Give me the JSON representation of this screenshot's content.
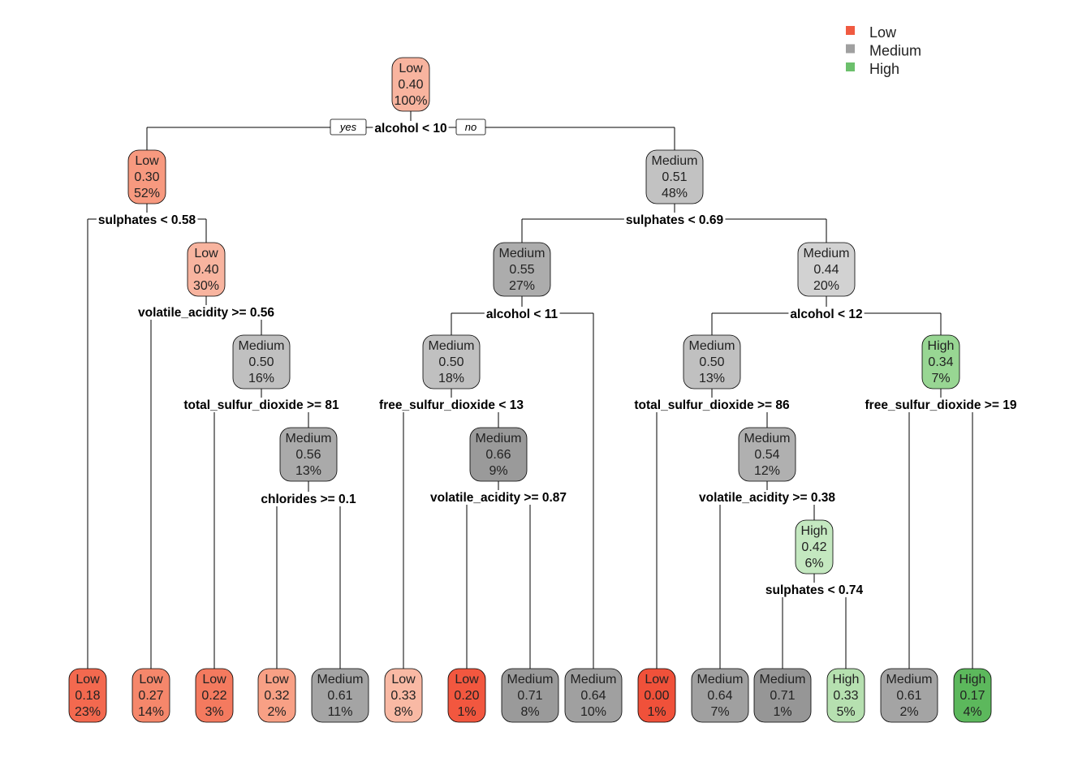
{
  "legend": [
    {
      "label": "Low",
      "color": "#f05a41"
    },
    {
      "label": "Medium",
      "color": "#a0a0a0"
    },
    {
      "label": "High",
      "color": "#6cc06c"
    }
  ],
  "branch_labels": {
    "yes": "yes",
    "no": "no"
  },
  "nodes": [
    {
      "id": "n1",
      "cls": "Low",
      "prob": "0.40",
      "pct": "100%",
      "fill": "#f8b49f"
    },
    {
      "id": "n2",
      "cls": "Low",
      "prob": "0.30",
      "pct": "52%",
      "fill": "#f7997f"
    },
    {
      "id": "n3",
      "cls": "Medium",
      "prob": "0.51",
      "pct": "48%",
      "fill": "#c2c2c2"
    },
    {
      "id": "n5",
      "cls": "Low",
      "prob": "0.40",
      "pct": "30%",
      "fill": "#f8b49f"
    },
    {
      "id": "n6",
      "cls": "Medium",
      "prob": "0.55",
      "pct": "27%",
      "fill": "#acacac"
    },
    {
      "id": "n7",
      "cls": "Medium",
      "prob": "0.44",
      "pct": "20%",
      "fill": "#d2d2d2"
    },
    {
      "id": "n11",
      "cls": "Medium",
      "prob": "0.50",
      "pct": "16%",
      "fill": "#c0c0c0"
    },
    {
      "id": "n12",
      "cls": "Medium",
      "prob": "0.50",
      "pct": "18%",
      "fill": "#c0c0c0"
    },
    {
      "id": "n14",
      "cls": "Medium",
      "prob": "0.50",
      "pct": "13%",
      "fill": "#c0c0c0"
    },
    {
      "id": "n15",
      "cls": "High",
      "prob": "0.34",
      "pct": "7%",
      "fill": "#98d693"
    },
    {
      "id": "n23",
      "cls": "Medium",
      "prob": "0.56",
      "pct": "13%",
      "fill": "#aaaaaa"
    },
    {
      "id": "n25",
      "cls": "Medium",
      "prob": "0.66",
      "pct": "9%",
      "fill": "#9a9a9a"
    },
    {
      "id": "n29",
      "cls": "Medium",
      "prob": "0.54",
      "pct": "12%",
      "fill": "#b0b0b0"
    },
    {
      "id": "n58",
      "cls": "High",
      "prob": "0.42",
      "pct": "6%",
      "fill": "#c4e8c0"
    },
    {
      "id": "l4",
      "cls": "Low",
      "prob": "0.18",
      "pct": "23%",
      "fill": "#f3694f"
    },
    {
      "id": "l10",
      "cls": "Low",
      "prob": "0.27",
      "pct": "14%",
      "fill": "#f5876b"
    },
    {
      "id": "l22",
      "cls": "Low",
      "prob": "0.22",
      "pct": "3%",
      "fill": "#f47a5f"
    },
    {
      "id": "l46",
      "cls": "Low",
      "prob": "0.32",
      "pct": "2%",
      "fill": "#f8a085"
    },
    {
      "id": "l47",
      "cls": "Medium",
      "prob": "0.61",
      "pct": "11%",
      "fill": "#a4a4a4"
    },
    {
      "id": "l24",
      "cls": "Low",
      "prob": "0.33",
      "pct": "8%",
      "fill": "#f9b9a4"
    },
    {
      "id": "l50",
      "cls": "Low",
      "prob": "0.20",
      "pct": "1%",
      "fill": "#f2573f"
    },
    {
      "id": "l51",
      "cls": "Medium",
      "prob": "0.71",
      "pct": "8%",
      "fill": "#9a9a9a"
    },
    {
      "id": "l13",
      "cls": "Medium",
      "prob": "0.64",
      "pct": "10%",
      "fill": "#a0a0a0"
    },
    {
      "id": "l28",
      "cls": "Low",
      "prob": "0.00",
      "pct": "1%",
      "fill": "#f0513a"
    },
    {
      "id": "l59",
      "cls": "Medium",
      "prob": "0.64",
      "pct": "7%",
      "fill": "#a0a0a0"
    },
    {
      "id": "l116",
      "cls": "Medium",
      "prob": "0.71",
      "pct": "1%",
      "fill": "#969696"
    },
    {
      "id": "l117",
      "cls": "High",
      "prob": "0.33",
      "pct": "5%",
      "fill": "#b6e0b0"
    },
    {
      "id": "l30",
      "cls": "Medium",
      "prob": "0.61",
      "pct": "2%",
      "fill": "#a4a4a4"
    },
    {
      "id": "l31",
      "cls": "High",
      "prob": "0.17",
      "pct": "4%",
      "fill": "#5cb85c"
    }
  ],
  "splits": [
    {
      "id": "s1",
      "label": "alcohol < 10"
    },
    {
      "id": "s2",
      "label": "sulphates < 0.58"
    },
    {
      "id": "s3",
      "label": "sulphates < 0.69"
    },
    {
      "id": "s5",
      "label": "volatile_acidity >= 0.56"
    },
    {
      "id": "s6",
      "label": "alcohol < 11"
    },
    {
      "id": "s7",
      "label": "alcohol < 12"
    },
    {
      "id": "s11",
      "label": "total_sulfur_dioxide >= 81"
    },
    {
      "id": "s12",
      "label": "free_sulfur_dioxide < 13"
    },
    {
      "id": "s14",
      "label": "total_sulfur_dioxide >= 86"
    },
    {
      "id": "s15",
      "label": "free_sulfur_dioxide >= 19"
    },
    {
      "id": "s23",
      "label": "chlorides >= 0.1"
    },
    {
      "id": "s25",
      "label": "volatile_acidity >= 0.87"
    },
    {
      "id": "s29",
      "label": "volatile_acidity >= 0.38"
    },
    {
      "id": "s58",
      "label": "sulphates < 0.74"
    }
  ]
}
